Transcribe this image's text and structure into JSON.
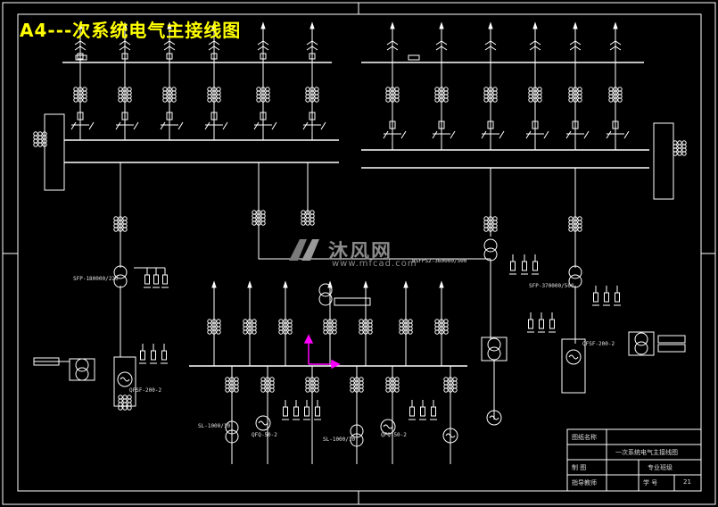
{
  "title": "A4---次系统电气主接线图",
  "watermark": {
    "brand": "沐风网",
    "url": "www.mfcad.com"
  },
  "equipment_labels": {
    "tr_left": "SFP-180000/220",
    "tr_mid": "BSFPS2-360000/500",
    "tr_right": "SFP-370000/500",
    "gen_left": "QFSF-200-2",
    "gen_right": "QFSF-200-2",
    "tr_bl": "SL-1000/10",
    "gen_bl": "QFQ-50-2",
    "tr_bm": "SL-1000/10",
    "gen_bm": "QFQ-50-2"
  },
  "title_block": {
    "drawing_name_label": "图纸名称",
    "drawing_name": "一次系统电气主接线图",
    "drawn_label": "制    图",
    "class": "专业班级",
    "supervisor_label": "指导教师",
    "number_label": "学    号",
    "number": "21"
  },
  "colors": {
    "background": "#000000",
    "lines": "#ffffff",
    "title": "#ffff00",
    "arrows": "#ff00ff"
  }
}
